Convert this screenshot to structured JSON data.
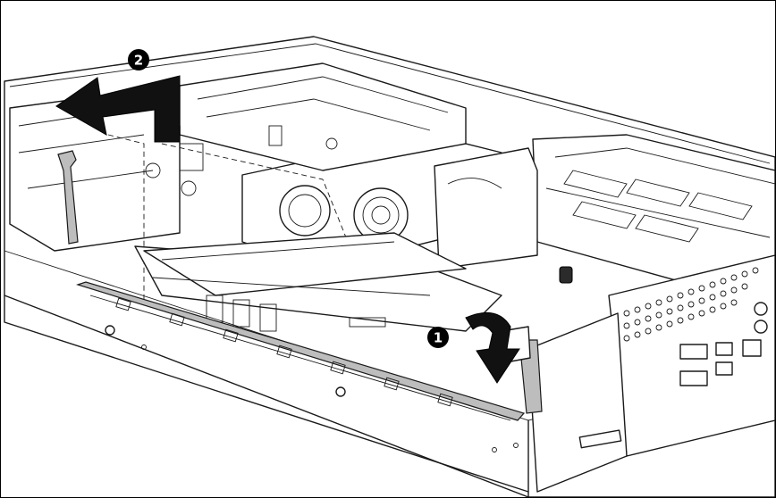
{
  "callouts": [
    {
      "number": "1",
      "meaning": "rotate-latch-down"
    },
    {
      "number": "2",
      "meaning": "slide-riser-out"
    }
  ],
  "colors": {
    "outline": "#1a1a1a",
    "arrow_fill": "#111111",
    "rail_fill": "#bdbdbd",
    "background": "#ffffff"
  }
}
